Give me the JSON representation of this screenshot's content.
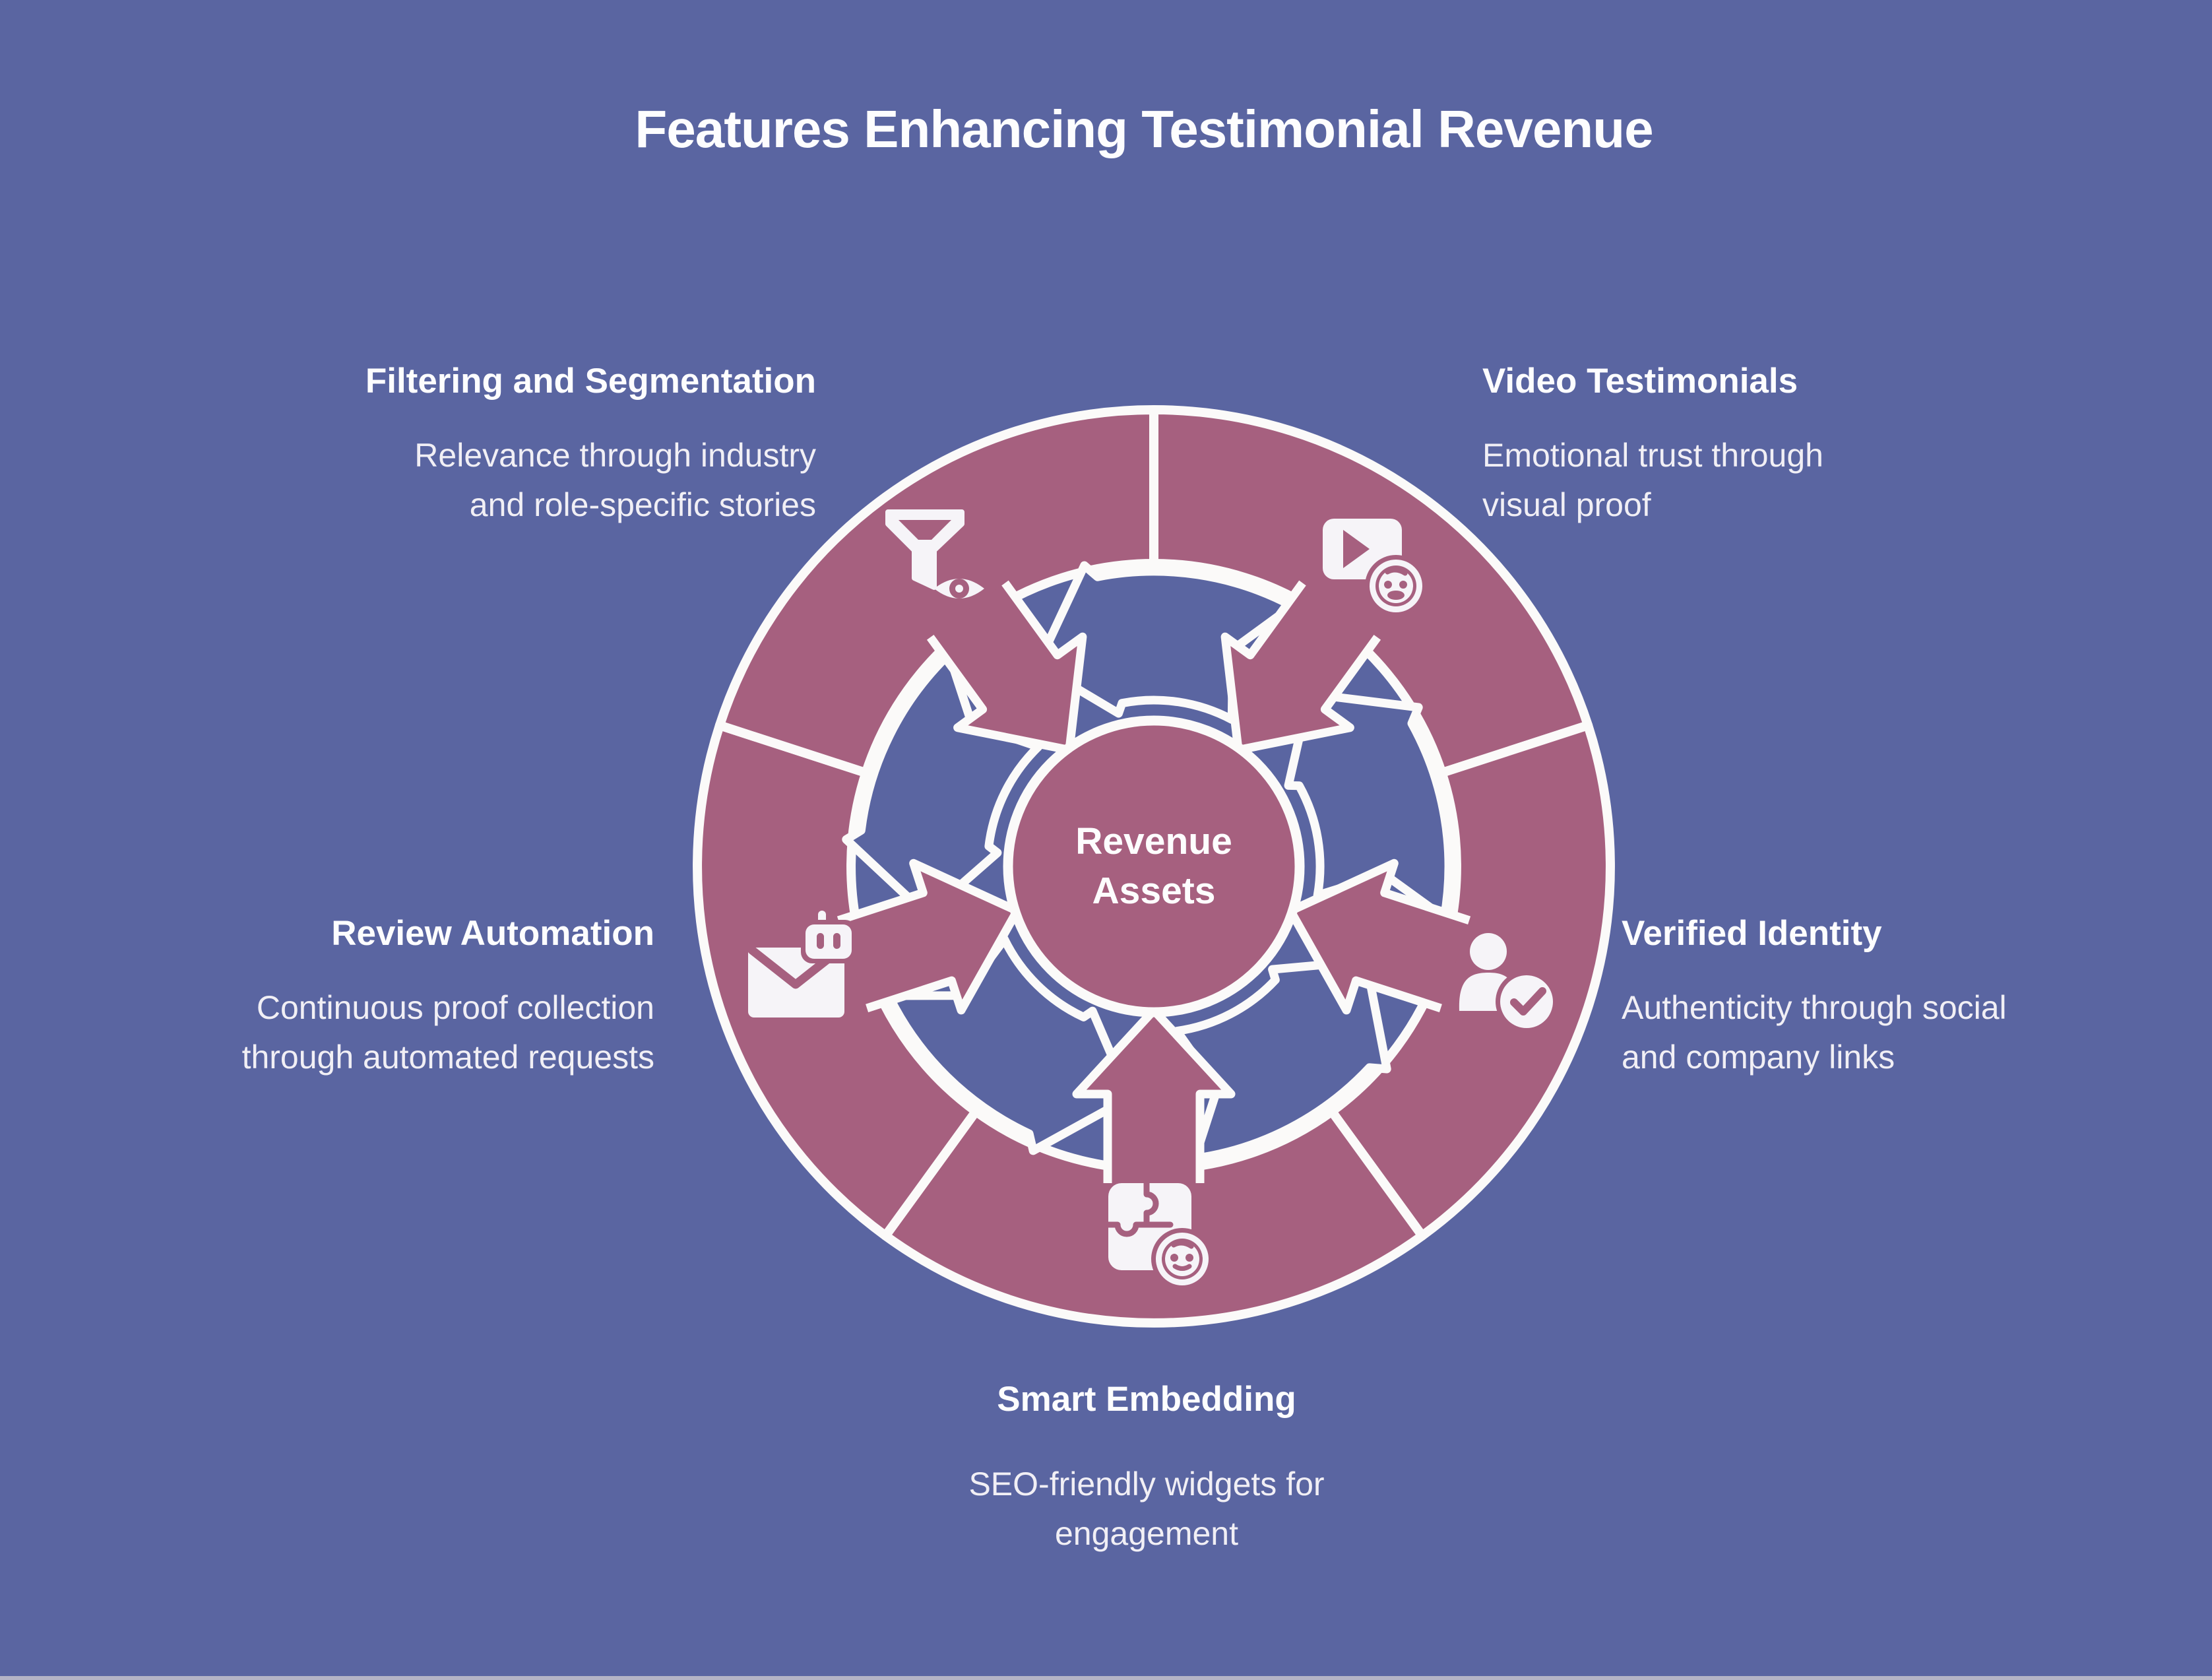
{
  "title": "Features Enhancing Testimonial Revenue",
  "center": {
    "label": "Revenue\nAssets"
  },
  "features": [
    {
      "id": "filtering",
      "heading": "Filtering and Segmentation",
      "description": "Relevance through industry\nand role-specific stories",
      "icon": "funnel-eye-icon"
    },
    {
      "id": "video",
      "heading": "Video Testimonials",
      "description": "Emotional trust through\nvisual proof",
      "icon": "video-play-smiley-icon"
    },
    {
      "id": "verified",
      "heading": "Verified Identity",
      "description": "Authenticity through social\nand company links",
      "icon": "person-check-icon"
    },
    {
      "id": "smart",
      "heading": "Smart Embedding",
      "description": "SEO-friendly widgets for\nengagement",
      "icon": "puzzle-smiley-icon"
    },
    {
      "id": "review",
      "heading": "Review Automation",
      "description": "Continuous proof collection\nthrough automated requests",
      "icon": "envelope-robot-icon"
    }
  ],
  "colors": {
    "background": "#5A65A1",
    "segment_rose": "#A6607F",
    "cycle_arrow_blue": "#5A65A1",
    "outline_white": "#FBFAF9",
    "icon_white": "#F6F4F8",
    "footer_strip": "#B5B4C6"
  }
}
